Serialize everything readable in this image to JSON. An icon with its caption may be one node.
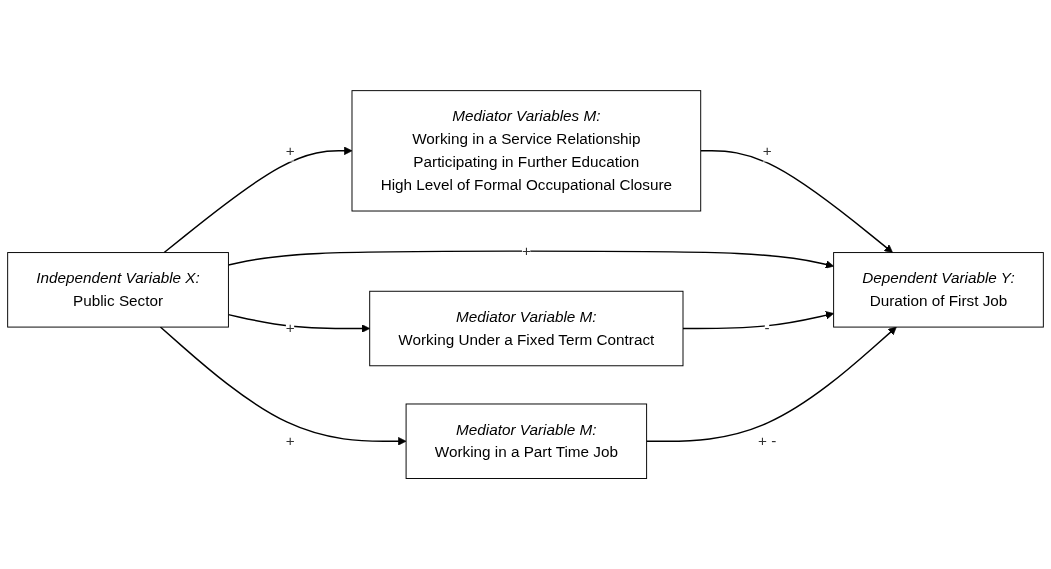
{
  "diagram": {
    "nodes": [
      {
        "text": [
          "Mediator Variables M:",
          "Working in a Service Relationship",
          "Participating in Further Education",
          "High Level of Formal Occupational Closure"
        ]
      },
      {
        "text": [
          "Independent Variable X:",
          "Public Sector"
        ]
      },
      {
        "text": [
          "Dependent Variable Y:",
          "Duration of First Job"
        ]
      },
      {
        "text": [
          "Mediator Variable M:",
          "Working Under a Fixed Term Contract"
        ]
      },
      {
        "text": [
          "Mediator Variable M:",
          "Working in a Part Time Job"
        ]
      }
    ],
    "edges": [
      {
        "from": 1,
        "to": 0,
        "arrow": "to",
        "label": "+"
      },
      {
        "from": 0,
        "to": 2,
        "arrow": "to",
        "label": "+"
      },
      {
        "from": 1,
        "to": 2,
        "arrow": "to",
        "label": "+"
      },
      {
        "from": 1,
        "to": 3,
        "arrow": "to",
        "label": "+"
      },
      {
        "from": 3,
        "to": 2,
        "arrow": "to",
        "label": "-"
      },
      {
        "from": 1,
        "to": 4,
        "arrow": "to",
        "label": "+"
      },
      {
        "from": 4,
        "to": 2,
        "arrow": "to",
        "label": "+ -"
      }
    ]
  }
}
